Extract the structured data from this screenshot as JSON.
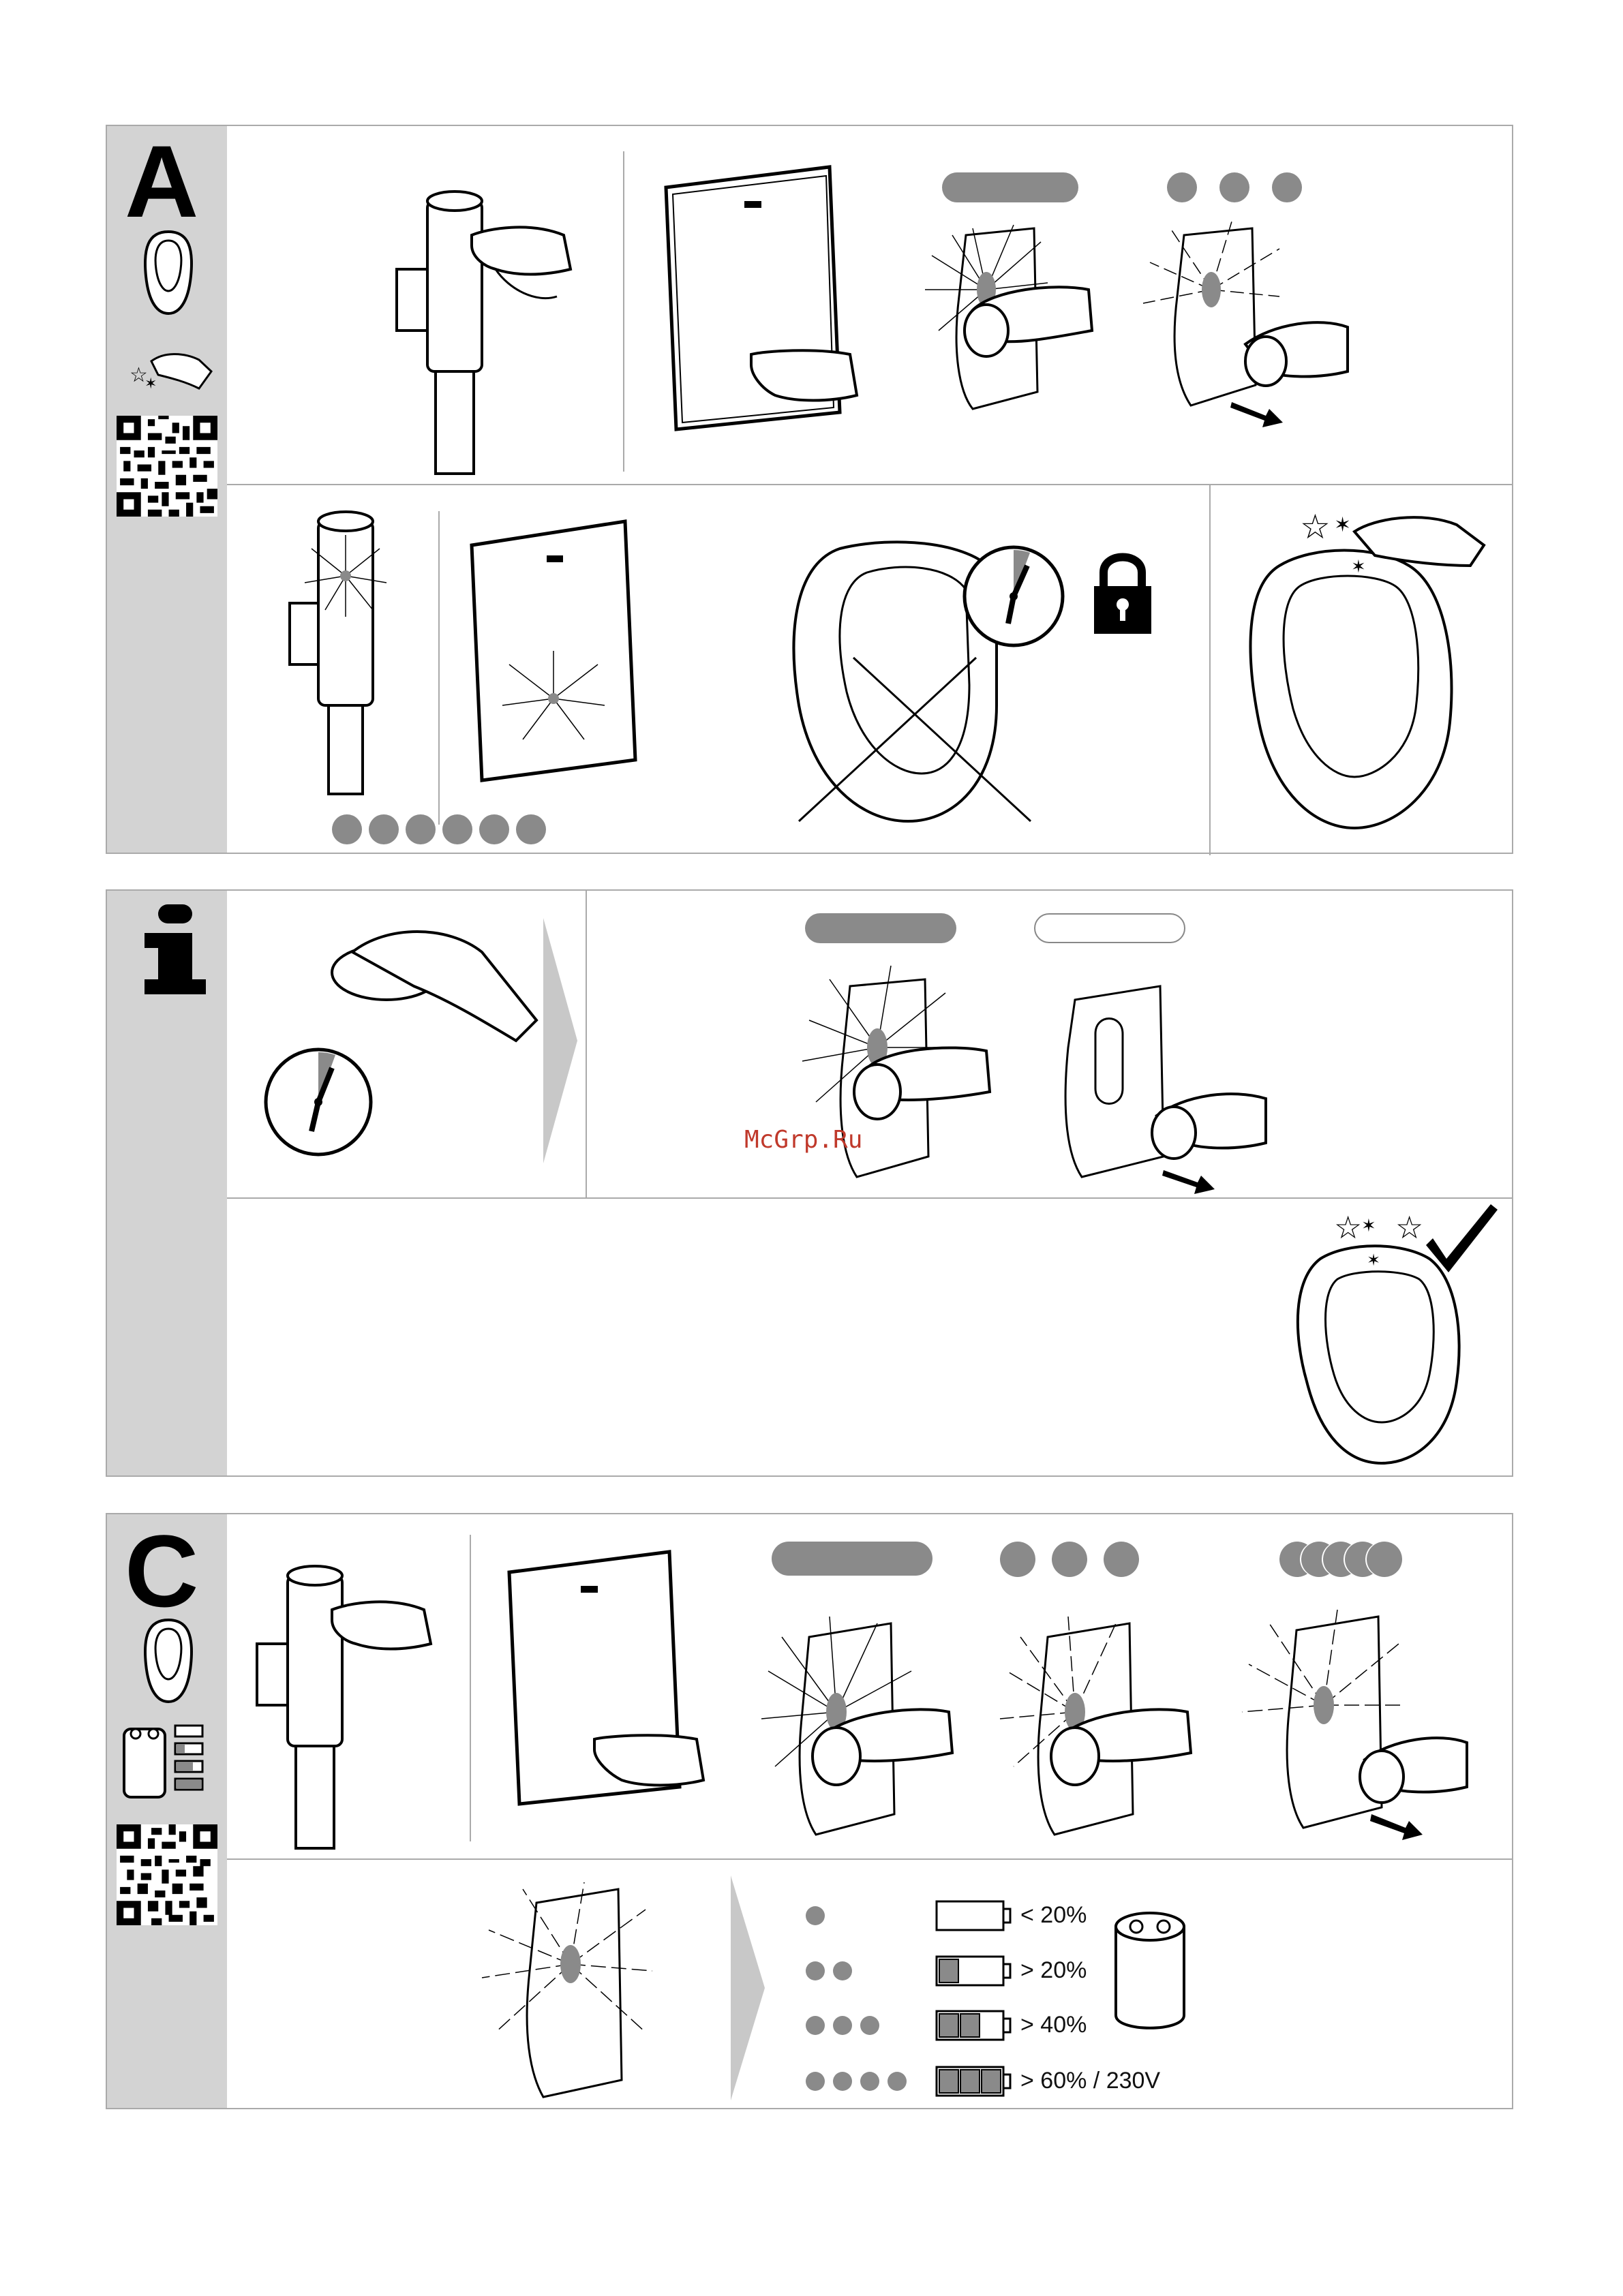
{
  "sections": {
    "a": {
      "letter": "A"
    },
    "i": {
      "letter": "i"
    },
    "c": {
      "letter": "C"
    }
  },
  "battery_legend": [
    {
      "dots": 1,
      "bars": 0,
      "label": "< 20%"
    },
    {
      "dots": 2,
      "bars": 1,
      "label": "> 20%"
    },
    {
      "dots": 3,
      "bars": 2,
      "label": "> 40%"
    },
    {
      "dots": 4,
      "bars": 3,
      "label": "> 60% / 230V"
    }
  ],
  "watermark": "McGrp.Ru",
  "colors": {
    "sidebar": "#d3d3d3",
    "indicator": "#8a8a8a",
    "border": "#aaaaaa"
  }
}
